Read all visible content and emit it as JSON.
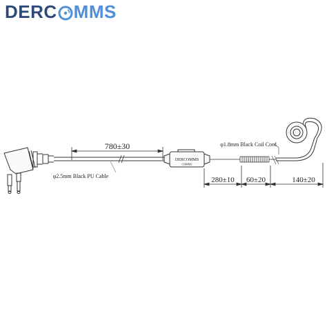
{
  "brand": {
    "part1": "DERC",
    "part2": "MMS",
    "colors": {
      "dark": "#2f4a7a",
      "light": "#4f8fd8"
    },
    "icon": "signal-o-icon"
  },
  "diagram": {
    "dims": {
      "main_cable": "780±30",
      "inline_box": "280±10",
      "coil": "60±20",
      "earpiece_cable": "140±20"
    },
    "labels": {
      "pu_cable": "φ2.5mm Black PU Cable",
      "coil_cord": "φ1.8mm Black Coil Cord"
    },
    "box_brand": "DERCOMMS",
    "box_sub": "CHMMS"
  }
}
